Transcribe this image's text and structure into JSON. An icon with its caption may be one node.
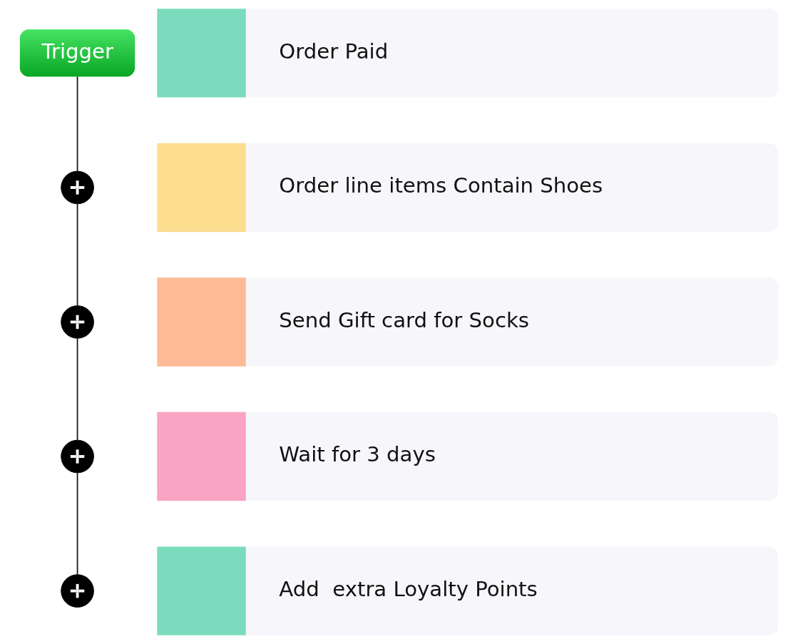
{
  "diagram": {
    "nodes": [
      {
        "text": [
          "Trigger"
        ]
      },
      {
        "text": [
          "Order Paid"
        ]
      },
      {
        "text": [],
        "shape": "circle"
      },
      {
        "text": [
          "Order line items Contain Shoes"
        ]
      },
      {
        "text": [],
        "shape": "circle"
      },
      {
        "text": [
          "Send Gift card for Socks"
        ]
      },
      {
        "text": [],
        "shape": "circle"
      },
      {
        "text": [
          "Wait for 3 days"
        ]
      },
      {
        "text": [],
        "shape": "circle"
      },
      {
        "text": [
          "Add  extra Loyalty Points"
        ]
      }
    ],
    "edges": [
      {
        "from": 0,
        "to": 2,
        "arrow": "none"
      },
      {
        "from": 2,
        "to": 4,
        "arrow": "none"
      },
      {
        "from": 4,
        "to": 6,
        "arrow": "none"
      },
      {
        "from": 6,
        "to": 8,
        "arrow": "none"
      }
    ]
  }
}
